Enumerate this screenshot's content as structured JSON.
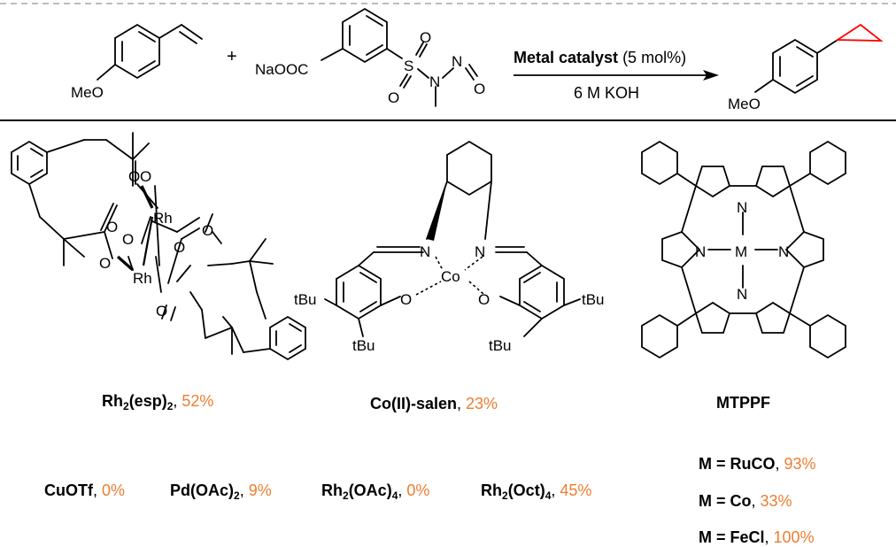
{
  "reaction": {
    "substrate_atoms": [
      "MeO"
    ],
    "reagent_atoms": [
      "NaOOC",
      "S",
      "O",
      "O",
      "N",
      "N",
      "O"
    ],
    "product_atoms": [
      "MeO"
    ],
    "plus": "+",
    "arrow_top_bold": "Metal catalyst",
    "arrow_top_rest": " (5 mol%)",
    "arrow_bottom": "6 M KOH"
  },
  "structures": {
    "rh_esp_atoms": [
      "O",
      "O",
      "O",
      "O",
      "O",
      "O",
      "O",
      "O",
      "Rh",
      "Rh"
    ],
    "co_salen_atoms": [
      "N",
      "N",
      "Co",
      "O",
      "O",
      "tBu",
      "tBu",
      "tBu",
      "tBu"
    ],
    "porphyrin_atoms": [
      "N",
      "N",
      "N",
      "N",
      "M"
    ]
  },
  "catalysts": {
    "rh_esp": {
      "name_pre": "Rh",
      "name_sub1": "2",
      "name_mid": "(esp)",
      "name_sub2": "2",
      "sep": ", ",
      "yield": "52%"
    },
    "co_salen": {
      "name": "Co(II)-salen",
      "sep": ", ",
      "yield": "23%"
    },
    "mtppf": {
      "name": "MTPPF"
    },
    "cuotf": {
      "name": "CuOTf",
      "sep": ", ",
      "yield": "0%"
    },
    "pdoac": {
      "name_pre": "Pd(OAc)",
      "name_sub": "2",
      "sep": ", ",
      "yield": "9%"
    },
    "rhoac": {
      "name_pre": "Rh",
      "name_sub1": "2",
      "name_mid": "(OAc)",
      "name_sub2": "4",
      "sep": ", ",
      "yield": "0%"
    },
    "rhoct": {
      "name_pre": "Rh",
      "name_sub1": "2",
      "name_mid": "(Oct)",
      "name_sub2": "4",
      "sep": ", ",
      "yield": "45%"
    },
    "m_ruco": {
      "name": "M = RuCO",
      "sep": ", ",
      "yield": "93%"
    },
    "m_co": {
      "name": "M = Co",
      "sep": ", ",
      "yield": "33%"
    },
    "m_fecl": {
      "name": "M = FeCl",
      "sep": ", ",
      "yield": "100%"
    }
  },
  "colors": {
    "yield": "#ED7D31",
    "cyclopropane": "#FF0000",
    "frame_dash": "#A6A6A6",
    "ink": "#000000"
  }
}
